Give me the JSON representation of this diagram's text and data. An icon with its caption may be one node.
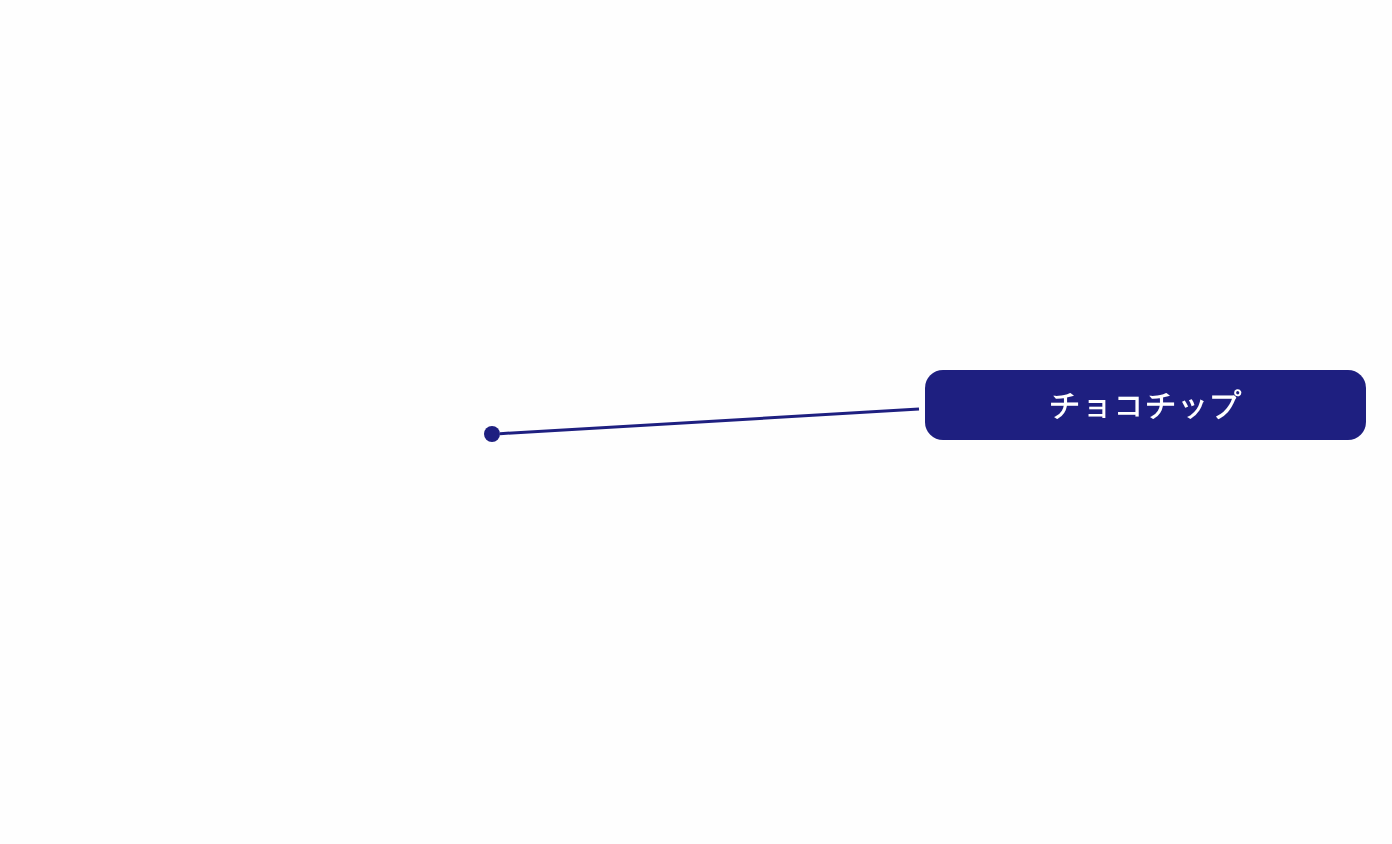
{
  "diagram": {
    "nodes": [
      {
        "text": [
          "チョコチップ"
        ]
      },
      {
        "text": [],
        "shape": "circle"
      }
    ],
    "edges": [
      {
        "from": 0,
        "to": 1,
        "arrow": "none"
      }
    ]
  }
}
